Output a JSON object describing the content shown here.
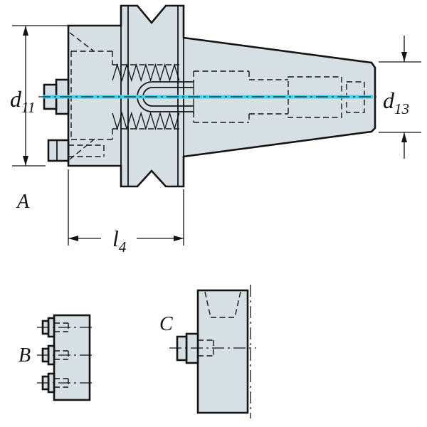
{
  "colors": {
    "body-fill": "#d6dfe3",
    "outline": "#141414",
    "accent-cyan": "#3fd2ee"
  },
  "dimensions": {
    "d11": {
      "base": "d",
      "sub": "11"
    },
    "d13": {
      "base": "d",
      "sub": "13"
    },
    "l4": {
      "base": "l",
      "sub": "4"
    }
  },
  "views": {
    "main": {
      "label": "A"
    },
    "side": {
      "label": "B"
    },
    "front": {
      "label": "C"
    }
  }
}
